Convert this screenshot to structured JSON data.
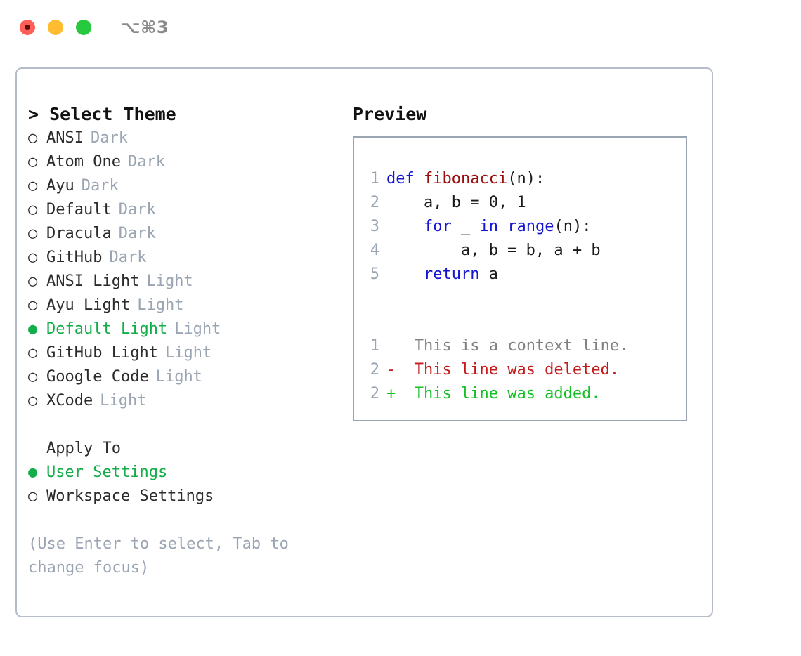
{
  "window": {
    "shortcut": "⌥⌘3",
    "traffic_lights": [
      {
        "name": "close",
        "color": "#ff5f57"
      },
      {
        "name": "minimize",
        "color": "#febc2e"
      },
      {
        "name": "maximize",
        "color": "#27c93f"
      }
    ]
  },
  "colors": {
    "selected_green": "#14ad4a",
    "muted": "#9aa4b2",
    "text": "#2b2b2b",
    "keyword_blue": "#1414d2",
    "function_red": "#9b0d0d",
    "diff_delete": "#c41a1a",
    "diff_add": "#14c024",
    "border": "#b6bdc8"
  },
  "theme_picker": {
    "heading": "> Select Theme",
    "items": [
      {
        "bullet": "○",
        "name": "ANSI",
        "variant": "Dark",
        "selected": false
      },
      {
        "bullet": "○",
        "name": "Atom One",
        "variant": "Dark",
        "selected": false
      },
      {
        "bullet": "○",
        "name": "Ayu",
        "variant": "Dark",
        "selected": false
      },
      {
        "bullet": "○",
        "name": "Default",
        "variant": "Dark",
        "selected": false
      },
      {
        "bullet": "○",
        "name": "Dracula",
        "variant": "Dark",
        "selected": false
      },
      {
        "bullet": "○",
        "name": "GitHub",
        "variant": "Dark",
        "selected": false
      },
      {
        "bullet": "○",
        "name": "ANSI Light",
        "variant": "Light",
        "selected": false
      },
      {
        "bullet": "○",
        "name": "Ayu Light",
        "variant": "Light",
        "selected": false
      },
      {
        "bullet": "●",
        "name": "Default Light",
        "variant": "Light",
        "selected": true
      },
      {
        "bullet": "○",
        "name": "GitHub Light",
        "variant": "Light",
        "selected": false
      },
      {
        "bullet": "○",
        "name": "Google Code",
        "variant": "Light",
        "selected": false
      },
      {
        "bullet": "○",
        "name": "XCode",
        "variant": "Light",
        "selected": false
      }
    ]
  },
  "apply_to": {
    "heading": "Apply To",
    "items": [
      {
        "bullet": "●",
        "name": "User Settings",
        "selected": true
      },
      {
        "bullet": "○",
        "name": "Workspace Settings",
        "selected": false
      }
    ]
  },
  "hint": "(Use Enter to select, Tab to change focus)",
  "preview": {
    "heading": "Preview",
    "code_lines": [
      {
        "lineno": "1",
        "tokens": [
          {
            "text": "def ",
            "kind": "kw"
          },
          {
            "text": "fibonacci",
            "kind": "fn"
          },
          {
            "text": "(n):",
            "kind": "pl"
          }
        ]
      },
      {
        "lineno": "2",
        "tokens": [
          {
            "text": "    a, b = 0, 1",
            "kind": "pl"
          }
        ]
      },
      {
        "lineno": "3",
        "tokens": [
          {
            "text": "    ",
            "kind": "pl"
          },
          {
            "text": "for",
            "kind": "kw"
          },
          {
            "text": " _ ",
            "kind": "pl"
          },
          {
            "text": "in",
            "kind": "kw"
          },
          {
            "text": " ",
            "kind": "pl"
          },
          {
            "text": "range",
            "kind": "kw"
          },
          {
            "text": "(n):",
            "kind": "pl"
          }
        ]
      },
      {
        "lineno": "4",
        "tokens": [
          {
            "text": "        a, b = b, a + b",
            "kind": "pl"
          }
        ]
      },
      {
        "lineno": "5",
        "tokens": [
          {
            "text": "    ",
            "kind": "pl"
          },
          {
            "text": "return",
            "kind": "kw"
          },
          {
            "text": " a",
            "kind": "pl"
          }
        ]
      }
    ],
    "diff_lines": [
      {
        "lineno": "1",
        "marker": " ",
        "text": "This is a context line.",
        "kind": "ctx"
      },
      {
        "lineno": "2",
        "marker": "-",
        "text": "This line was deleted.",
        "kind": "del"
      },
      {
        "lineno": "2",
        "marker": "+",
        "text": "This line was added.",
        "kind": "add"
      }
    ]
  }
}
